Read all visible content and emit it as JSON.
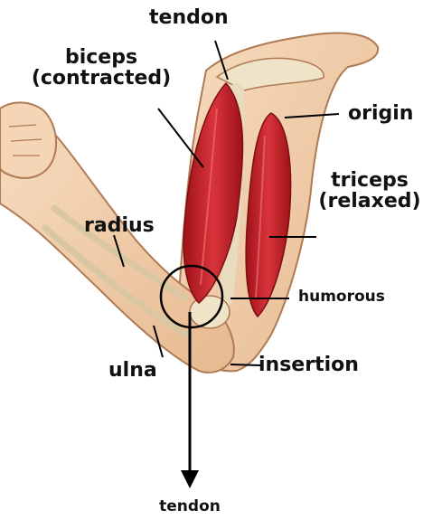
{
  "labels": {
    "tendon_top": "tendon",
    "biceps_line1": "biceps",
    "biceps_line2": "(contracted)",
    "origin": "origin",
    "triceps_line1": "triceps",
    "triceps_line2": "(relaxed)",
    "radius": "radius",
    "humorous": "humorous",
    "ulna": "ulna",
    "insertion": "insertion",
    "tendon_bottom": "tendon"
  },
  "icons": [
    "arm-illustration",
    "insertion-highlight-circle",
    "down-arrow-icon"
  ],
  "colors": {
    "skin": "#f3d2b0",
    "skin_outline": "#b07a55",
    "muscle": "#c8252c",
    "muscle_dark": "#8f1218",
    "bone": "#efe3c8",
    "text": "#111111"
  }
}
